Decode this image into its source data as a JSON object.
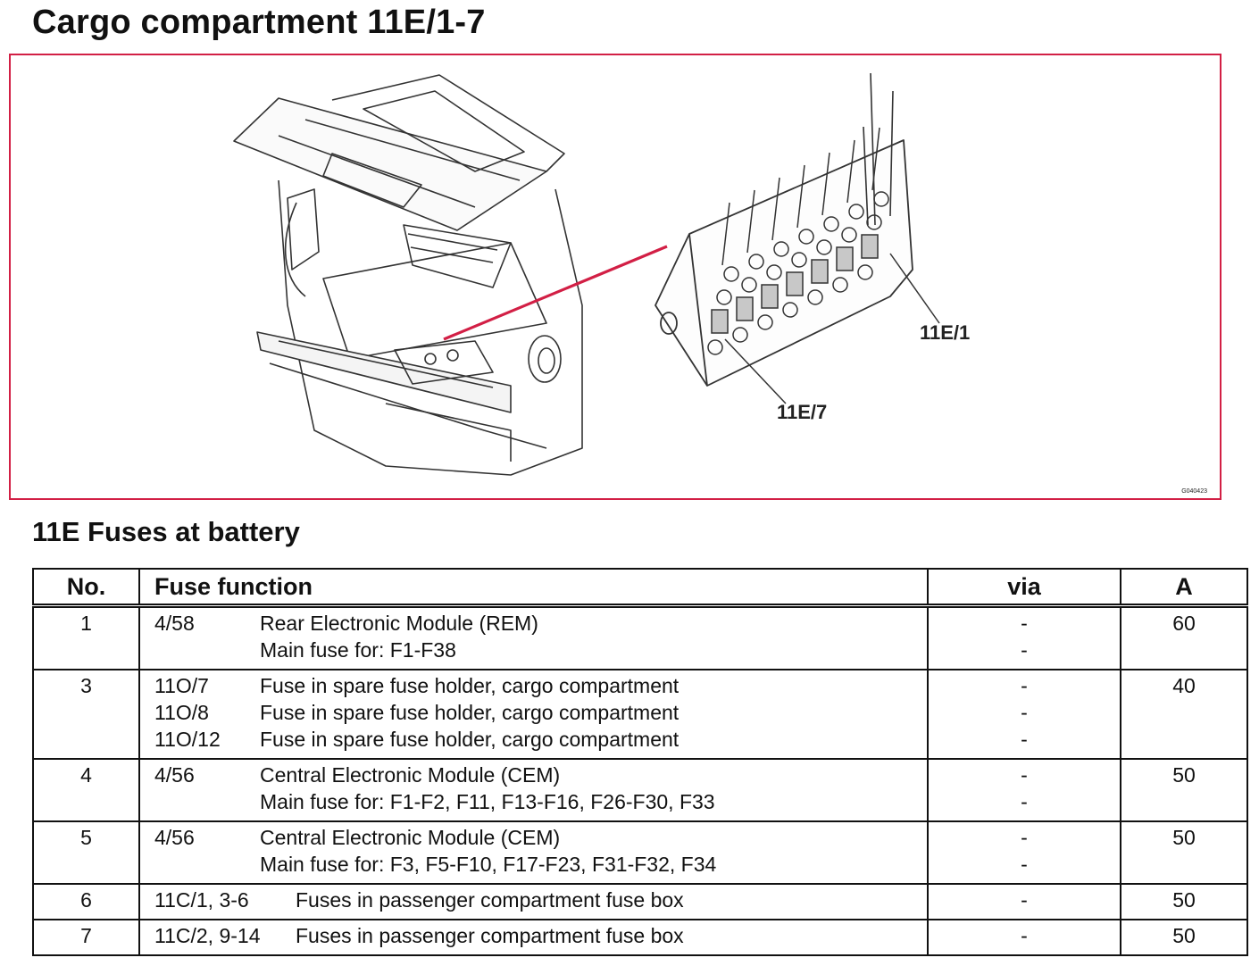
{
  "page": {
    "title": "Cargo compartment 11E/1-7",
    "figure_code": "G040423",
    "callouts": {
      "top": "11E/1",
      "bottom": "11E/7"
    },
    "section_title": "11E Fuses at battery"
  },
  "colors": {
    "accent": "#d21f45",
    "text": "#111111"
  },
  "table": {
    "headers": {
      "no": "No.",
      "function": "Fuse function",
      "via": "via",
      "amp": "A"
    },
    "rows": [
      {
        "no": "1",
        "amp": "60",
        "wide": false,
        "lines": [
          {
            "code": "4/58",
            "text": "Rear Electronic Module (REM)",
            "via": "-"
          },
          {
            "code": "",
            "text": "Main fuse for: F1-F38",
            "via": "-"
          }
        ]
      },
      {
        "no": "3",
        "amp": "40",
        "wide": false,
        "lines": [
          {
            "code": "11O/7",
            "text": "Fuse in spare fuse holder, cargo compartment",
            "via": "-"
          },
          {
            "code": "11O/8",
            "text": "Fuse in spare fuse holder, cargo compartment",
            "via": "-"
          },
          {
            "code": "11O/12",
            "text": "Fuse in spare fuse holder, cargo compartment",
            "via": "-"
          }
        ]
      },
      {
        "no": "4",
        "amp": "50",
        "wide": false,
        "lines": [
          {
            "code": "4/56",
            "text": "Central Electronic Module (CEM)",
            "via": "-"
          },
          {
            "code": "",
            "text": "Main fuse for: F1-F2, F11, F13-F16, F26-F30, F33",
            "via": "-"
          }
        ]
      },
      {
        "no": "5",
        "amp": "50",
        "wide": false,
        "lines": [
          {
            "code": "4/56",
            "text": "Central Electronic Module (CEM)",
            "via": "-"
          },
          {
            "code": "",
            "text": "Main fuse for: F3, F5-F10, F17-F23, F31-F32, F34",
            "via": "-"
          }
        ]
      },
      {
        "no": "6",
        "amp": "50",
        "wide": true,
        "lines": [
          {
            "code": "11C/1, 3-6",
            "text": "Fuses in passenger compartment fuse box",
            "via": "-"
          }
        ]
      },
      {
        "no": "7",
        "amp": "50",
        "wide": true,
        "lines": [
          {
            "code": "11C/2, 9-14",
            "text": "Fuses in passenger compartment fuse box",
            "via": "-"
          }
        ]
      }
    ]
  }
}
